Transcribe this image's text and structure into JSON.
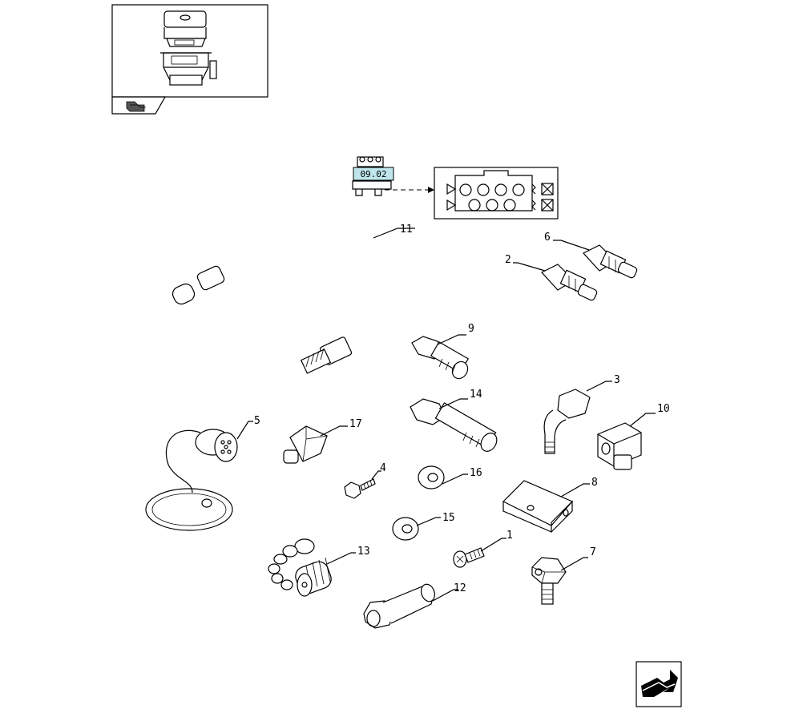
{
  "thumbnail": {
    "icon": "assembly-thumbnail"
  },
  "nav_icons": {
    "section": "section-nav-icon",
    "return": "return-arrow-icon"
  },
  "connector_ref": {
    "label": "09.02",
    "color": "#bfe6ec"
  },
  "callouts": {
    "c1": "1",
    "c2": "2",
    "c3": "3",
    "c4": "4",
    "c5": "5",
    "c6": "6",
    "c7": "7",
    "c8": "8",
    "c9": "9",
    "c10": "10",
    "c11": "11",
    "c12": "12",
    "c13": "13",
    "c14": "14",
    "c15": "15",
    "c16": "16",
    "c17": "17"
  }
}
